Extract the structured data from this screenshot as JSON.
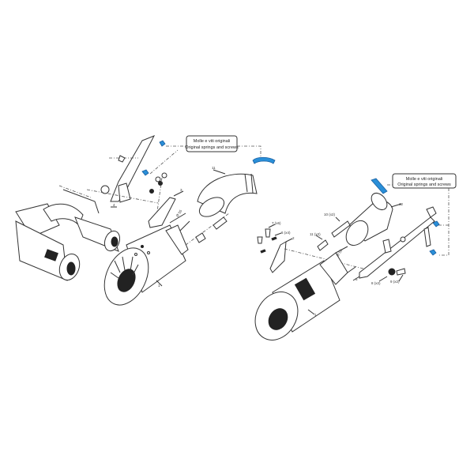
{
  "left_assembly": {
    "note": {
      "line1": "Molle e viti originali",
      "line2": "Original springs and screws"
    },
    "callouts": {
      "bracket": "4",
      "clamp": "3",
      "link_pipe": "11",
      "silencer": "1",
      "diameter": "Ø 55"
    }
  },
  "right_assembly": {
    "note": {
      "line1": "Molle e viti originali",
      "line2": "Original springs and screws"
    },
    "callouts": {
      "bolt": "7 (x6)",
      "washer": "6 (x4)",
      "clamp": "2",
      "sleeve": "11 (x2)",
      "spring": "10 (x2)",
      "link_pipe": "12",
      "bracket": "5",
      "grommet": "8 (x2)",
      "screw": "9 (x2)",
      "silencer": "1",
      "diameter": "Ø 55"
    }
  },
  "colors": {
    "highlight": "#2a8fd8",
    "line": "#333333"
  }
}
